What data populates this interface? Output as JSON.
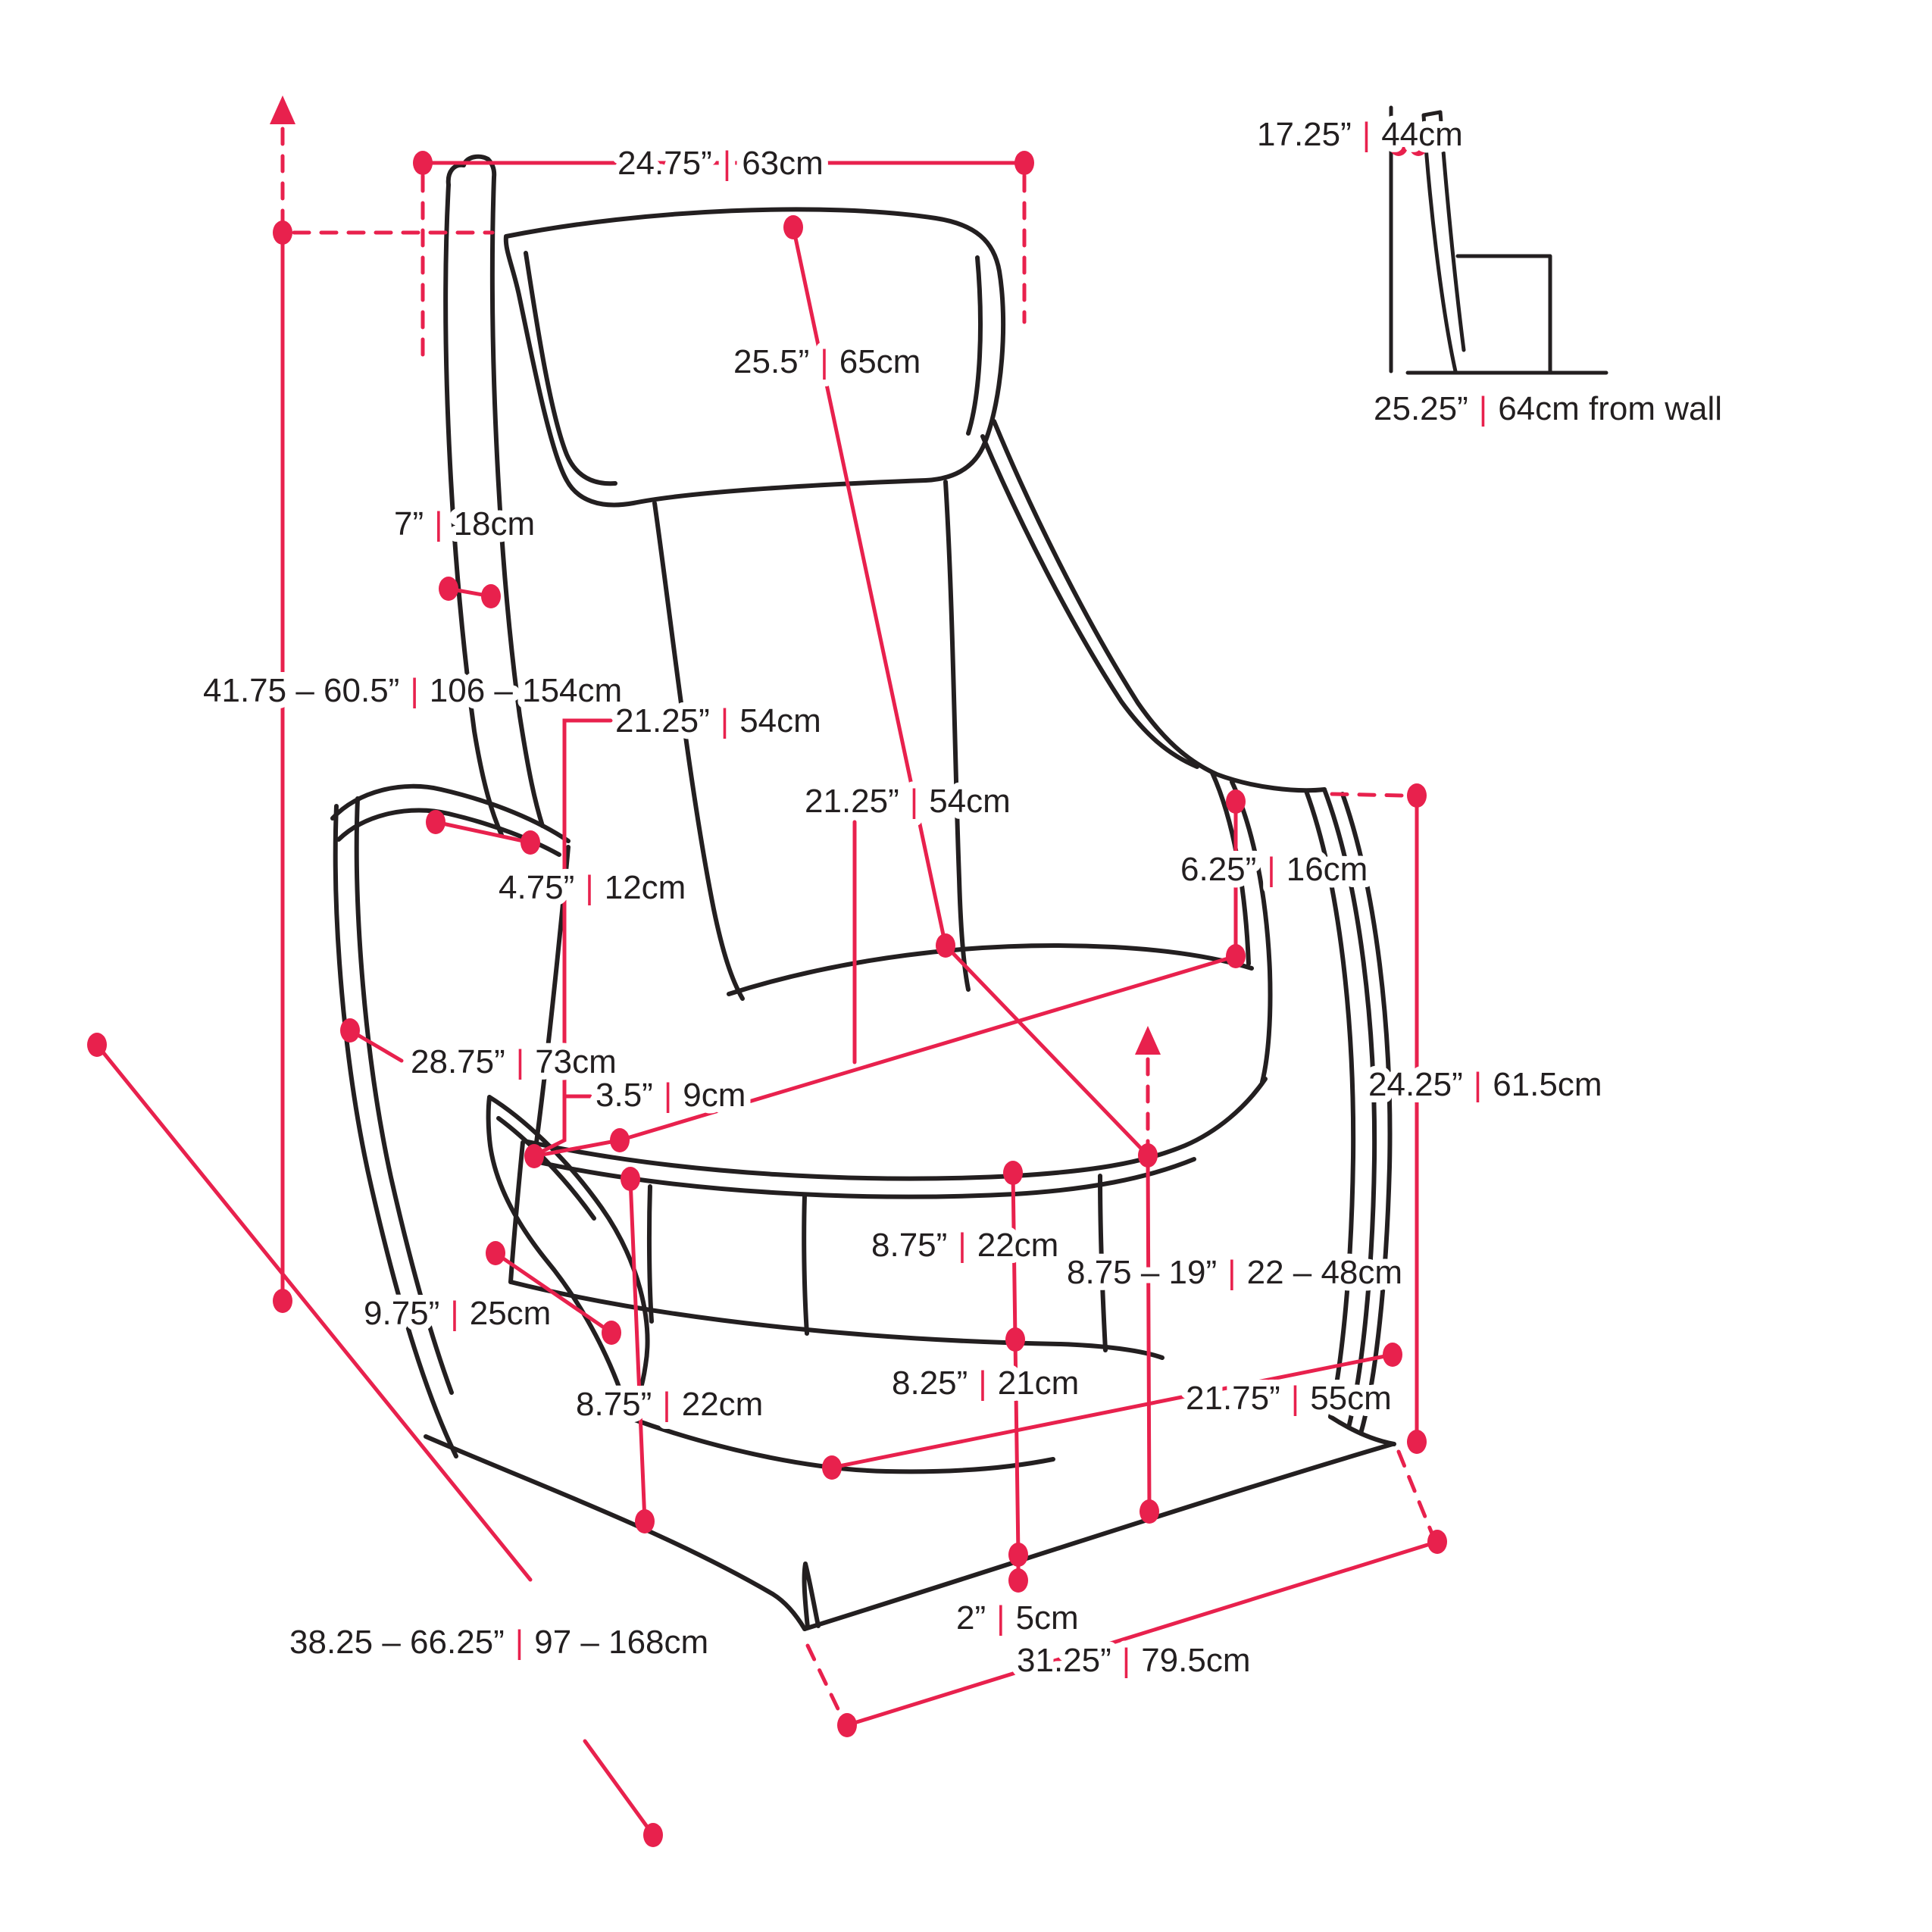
{
  "page": {
    "background": "#ffffff",
    "description": "Recliner lift-chair dimension diagram"
  },
  "colors": {
    "line_art": "#231f20",
    "accent": "#e8214d"
  },
  "separator": "|",
  "dimensions": {
    "headrest_width": {
      "inches": "24.75”",
      "cm": "63cm"
    },
    "back_length": {
      "inches": "25.5”",
      "cm": "65cm"
    },
    "headrest_post_width": {
      "inches": "7”",
      "cm": "18cm"
    },
    "lift_height_range": {
      "inches": "41.75 – 60.5”",
      "cm": "106 – 154cm"
    },
    "seat_depth": {
      "inches": "21.25”",
      "cm": "54cm"
    },
    "seat_width": {
      "inches": "21.25”",
      "cm": "54cm"
    },
    "armrest_width": {
      "inches": "4.75”",
      "cm": "12cm"
    },
    "seat_back_clearance": {
      "inches": "6.25”",
      "cm": "16cm"
    },
    "armrest_height": {
      "inches": "28.75”",
      "cm": "73cm"
    },
    "arm_seat_gap": {
      "inches": "3.5”",
      "cm": "9cm"
    },
    "back_panel_height": {
      "inches": "24.25”",
      "cm": "61.5cm"
    },
    "seat_front_height": {
      "inches": "8.75”",
      "cm": "22cm"
    },
    "footrest_extension": {
      "inches": "8.75 – 19”",
      "cm": "22 – 48cm"
    },
    "pocket_width": {
      "inches": "9.75”",
      "cm": "25cm"
    },
    "pocket_height": {
      "inches": "8.75”",
      "cm": "22cm"
    },
    "base_height": {
      "inches": "8.25”",
      "cm": "21cm"
    },
    "base_width": {
      "inches": "21.75”",
      "cm": "55cm"
    },
    "floor_clearance": {
      "inches": "2”",
      "cm": "5cm"
    },
    "reclined_length_range": {
      "inches": "38.25 – 66.25”",
      "cm": "97 – 168cm"
    },
    "base_depth": {
      "inches": "31.25”",
      "cm": "79.5cm"
    }
  },
  "wall_clearance_inset": {
    "top_gap": {
      "inches": "17.25”",
      "cm": "44cm"
    },
    "distance_from_wall": {
      "inches": "25.25”",
      "cm": "64cm from wall"
    }
  }
}
